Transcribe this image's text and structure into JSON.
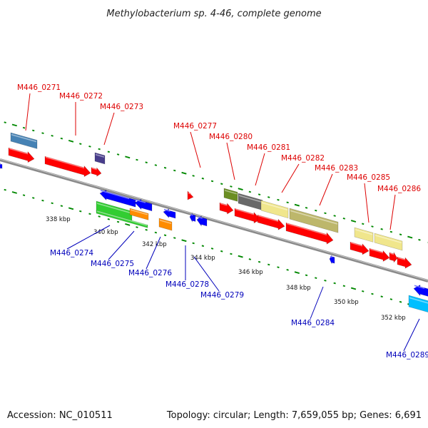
{
  "title": "Methylobacterium sp. 4-46, complete genome",
  "footer": {
    "accession": "Accession: NC_010511",
    "summary": "Topology: circular; Length: 7,659,055 bp; Genes: 6,691"
  },
  "scale_labels": [
    "338 kbp",
    "340 kbp",
    "342 kbp",
    "344 kbp",
    "346 kbp",
    "348 kbp",
    "350 kbp",
    "352 kbp"
  ],
  "colors": {
    "forward_label": "#dd0000",
    "reverse_label": "#0000bb",
    "backbone": "#888888",
    "tick": "#008800",
    "red": "#ff0000",
    "blue": "#0000ff",
    "steel_blue": "#4682b4",
    "slate_blue": "#483d8b",
    "green": "#32cd32",
    "orange": "#ff8c00",
    "olive": "#6b8e23",
    "gray": "#696969",
    "khaki": "#f0e68c",
    "dark_khaki": "#bdb76b",
    "sky_blue": "#00bfff"
  },
  "gene_labels": {
    "forward": [
      "M446_0271",
      "M446_0272",
      "M446_0273",
      "M446_0277",
      "M446_0280",
      "M446_0281",
      "M446_0282",
      "M446_0283",
      "M446_0285",
      "M446_0286"
    ],
    "reverse": [
      "M446_0274",
      "M446_0275",
      "M446_0276",
      "M446_0278",
      "M446_0279",
      "M446_0284",
      "M446_0289"
    ]
  }
}
